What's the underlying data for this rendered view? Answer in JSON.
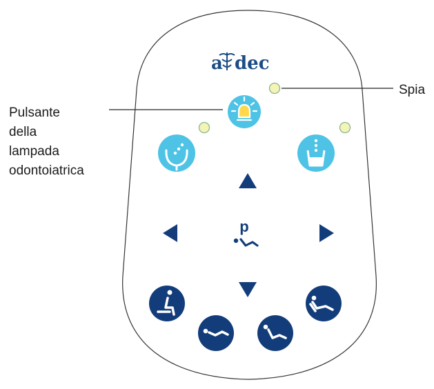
{
  "brand": {
    "logo_text": "a dec",
    "logo_color": "#1b4c86"
  },
  "callouts": {
    "lamp_button_label_lines": [
      "Pulsante",
      "della",
      "lampada",
      "odontoiatrica"
    ],
    "indicator_label": "Spia"
  },
  "colors": {
    "light_button": "#4ec3e6",
    "dark_button": "#133d7a",
    "indicator_led": "#f3f5b6",
    "indicator_led_border": "#8ab38f",
    "outline": "#333333",
    "arrow": "#133d7a"
  },
  "buttons": {
    "top_light_icons": [
      "dental-lamp-icon",
      "cuspidor-icon",
      "cup-fill-icon"
    ],
    "program_label": "p",
    "bottom_dark_icons": [
      "exit-position-icon",
      "chair-flat-icon",
      "chair-recline-icon",
      "chair-return-icon"
    ],
    "arrows": [
      "arrow-up-icon",
      "arrow-left-icon",
      "arrow-right-icon",
      "arrow-down-icon"
    ]
  }
}
